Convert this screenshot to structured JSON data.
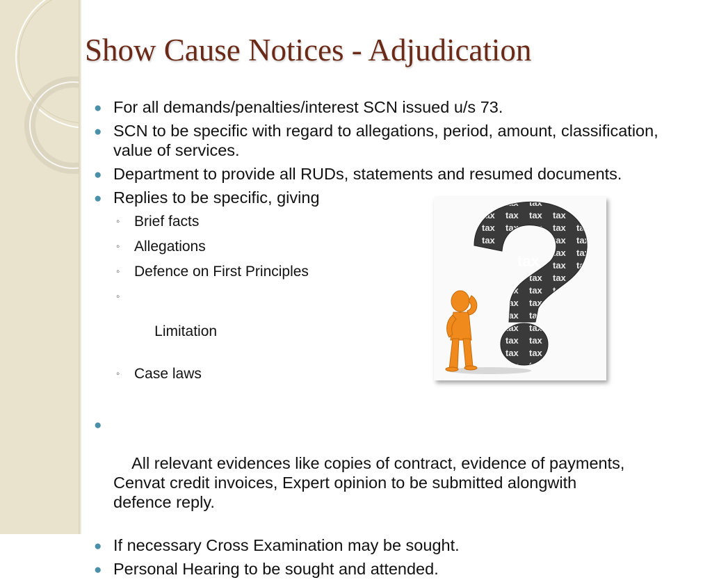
{
  "slide": {
    "title": "Show Cause Notices - Adjudication",
    "bullets": [
      "For all demands/penalties/interest SCN issued u/s 73.",
      "SCN to be specific with regard to allegations, period, amount, classification, value of services.",
      "Department to provide all RUDs, statements and resumed documents.",
      "Replies to be specific, giving"
    ],
    "sub_bullets": [
      "Brief facts",
      "Allegations",
      "Defence on First Principles",
      " Limitation",
      "Case laws"
    ],
    "bullets_after": [
      "All relevant evidences like copies of contract, evidence of payments, Cenvat credit invoices, Expert opinion to be submitted alongwith  defence reply.",
      "If necessary Cross Examination may be sought.",
      "Personal Hearing to be sought and attended."
    ],
    "figure_word": "tax",
    "colors": {
      "title": "#6a2a17",
      "bullet": "#4a90a8",
      "sidebar": "#e9e3cd",
      "figure_person": "#f08a1c"
    }
  }
}
